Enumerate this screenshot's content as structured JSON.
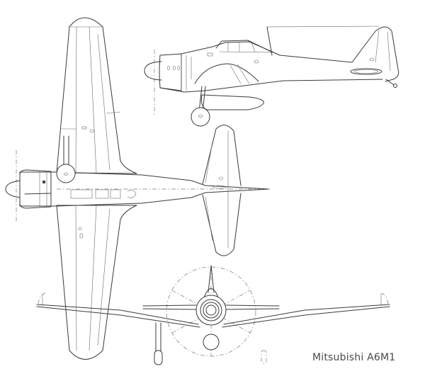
{
  "caption": "Mitsubishi A6M1",
  "views": [
    {
      "name": "side-view",
      "label": ""
    },
    {
      "name": "top-view",
      "label": ""
    },
    {
      "name": "front-view",
      "label": ""
    }
  ],
  "colors": {
    "line": "#3a3a3a",
    "background": "#ffffff",
    "caption": "#4a4a4a"
  }
}
